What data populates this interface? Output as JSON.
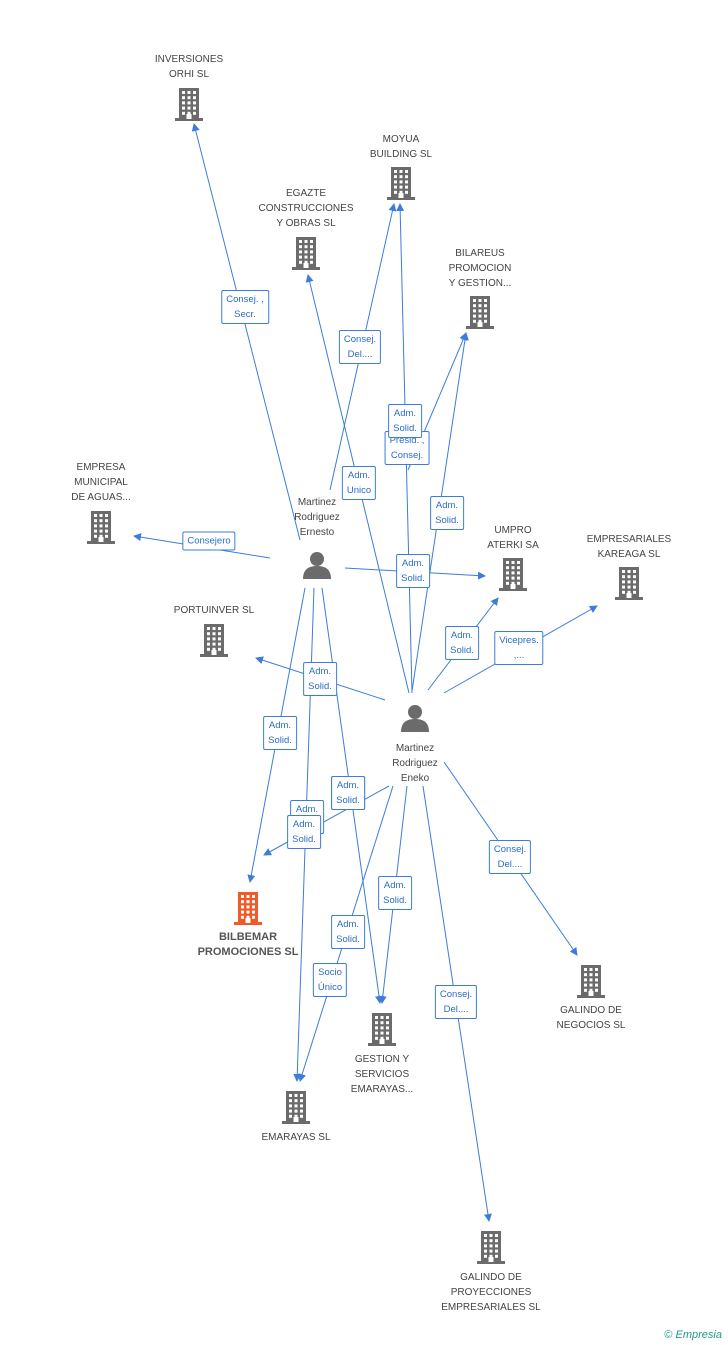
{
  "nodes": [
    {
      "id": "inv",
      "type": "company",
      "lines": [
        "INVERSIONES",
        "ORHI SL"
      ]
    },
    {
      "id": "moy",
      "type": "company",
      "lines": [
        "MOYUA",
        "BUILDING SL"
      ]
    },
    {
      "id": "ega",
      "type": "company",
      "lines": [
        "EGAZTE",
        "CONSTRUCCIONES",
        "Y OBRAS SL"
      ]
    },
    {
      "id": "bil",
      "type": "company",
      "lines": [
        "BILAREUS",
        "PROMOCION",
        "Y GESTION..."
      ]
    },
    {
      "id": "emp",
      "type": "company",
      "lines": [
        "EMPRESA",
        "MUNICIPAL",
        "DE AGUAS..."
      ]
    },
    {
      "id": "ern",
      "type": "person",
      "lines": [
        "Martinez",
        "Rodriguez",
        "Ernesto"
      ]
    },
    {
      "id": "ump",
      "type": "company",
      "lines": [
        "UMPRO",
        "ATERKI SA"
      ]
    },
    {
      "id": "kar",
      "type": "company",
      "lines": [
        "EMPRESARIALES",
        "KAREAGA SL"
      ]
    },
    {
      "id": "por",
      "type": "company",
      "lines": [
        "PORTUINVER SL"
      ]
    },
    {
      "id": "ene",
      "type": "person",
      "lines": [
        "Martinez",
        "Rodriguez",
        "Eneko"
      ]
    },
    {
      "id": "bbm",
      "type": "main",
      "lines": [
        "BILBEMAR",
        "PROMOCIONES SL"
      ]
    },
    {
      "id": "gne",
      "type": "company",
      "lines": [
        "GALINDO DE",
        "NEGOCIOS SL"
      ]
    },
    {
      "id": "ges",
      "type": "company",
      "lines": [
        "GESTION Y",
        "SERVICIOS",
        "EMARAYAS..."
      ]
    },
    {
      "id": "ema",
      "type": "company",
      "lines": [
        "EMARAYAS SL"
      ]
    },
    {
      "id": "gpe",
      "type": "company",
      "lines": [
        "GALINDO DE",
        "PROYECCIONES",
        "EMPRESARIALES SL"
      ]
    }
  ],
  "edges": [
    {
      "from": "ern",
      "to": "inv",
      "label": "Consej. ,\nSecr."
    },
    {
      "from": "ern",
      "to": "moy",
      "label": "Consej.\nDel...."
    },
    {
      "from": "ern",
      "to": "emp",
      "label": "Consejero"
    },
    {
      "from": "ern",
      "to": "ump",
      "label": "Adm.\nSolid."
    },
    {
      "from": "ern",
      "to": "bbm",
      "label": "Adm.\nSolid."
    },
    {
      "from": "ern",
      "to": "ges",
      "label": "Adm.\nSolid."
    },
    {
      "from": "ern",
      "to": "ema",
      "label": "Adm.\nSolid."
    },
    {
      "from": "ene",
      "to": "moy",
      "label": "Presid. ,\nConsej."
    },
    {
      "from": "ene",
      "to": "ega",
      "label": "Adm.\nUnico"
    },
    {
      "from": "ene",
      "to": "bil",
      "label": "Adm.\nSolid."
    },
    {
      "from": "ene",
      "to": "bil",
      "label": "Adm.\nSolid."
    },
    {
      "from": "ene",
      "to": "ump",
      "label": "Adm.\nSolid."
    },
    {
      "from": "ene",
      "to": "kar",
      "label": "Vicepres.\n,..."
    },
    {
      "from": "ene",
      "to": "por",
      "label": "Adm.\nSolid."
    },
    {
      "from": "ene",
      "to": "bbm",
      "label": "Adm.\nSolid."
    },
    {
      "from": "ene",
      "to": "gne",
      "label": "Consej.\nDel...."
    },
    {
      "from": "ene",
      "to": "ges",
      "label": "Adm.\nSolid."
    },
    {
      "from": "ene",
      "to": "ema",
      "label": "Socio\nÚnico"
    },
    {
      "from": "ene",
      "to": "gpe",
      "label": "Consej.\nDel...."
    }
  ],
  "extra_labels": [
    "Adm.\nSolid.",
    "Adm.\nSolid."
  ],
  "colors": {
    "edge": "#3b7dd8",
    "company": "#6b6b6b",
    "main": "#f05a28",
    "person": "#6b6b6b"
  },
  "footer": {
    "copyright": "©",
    "brand": "Empresia"
  }
}
